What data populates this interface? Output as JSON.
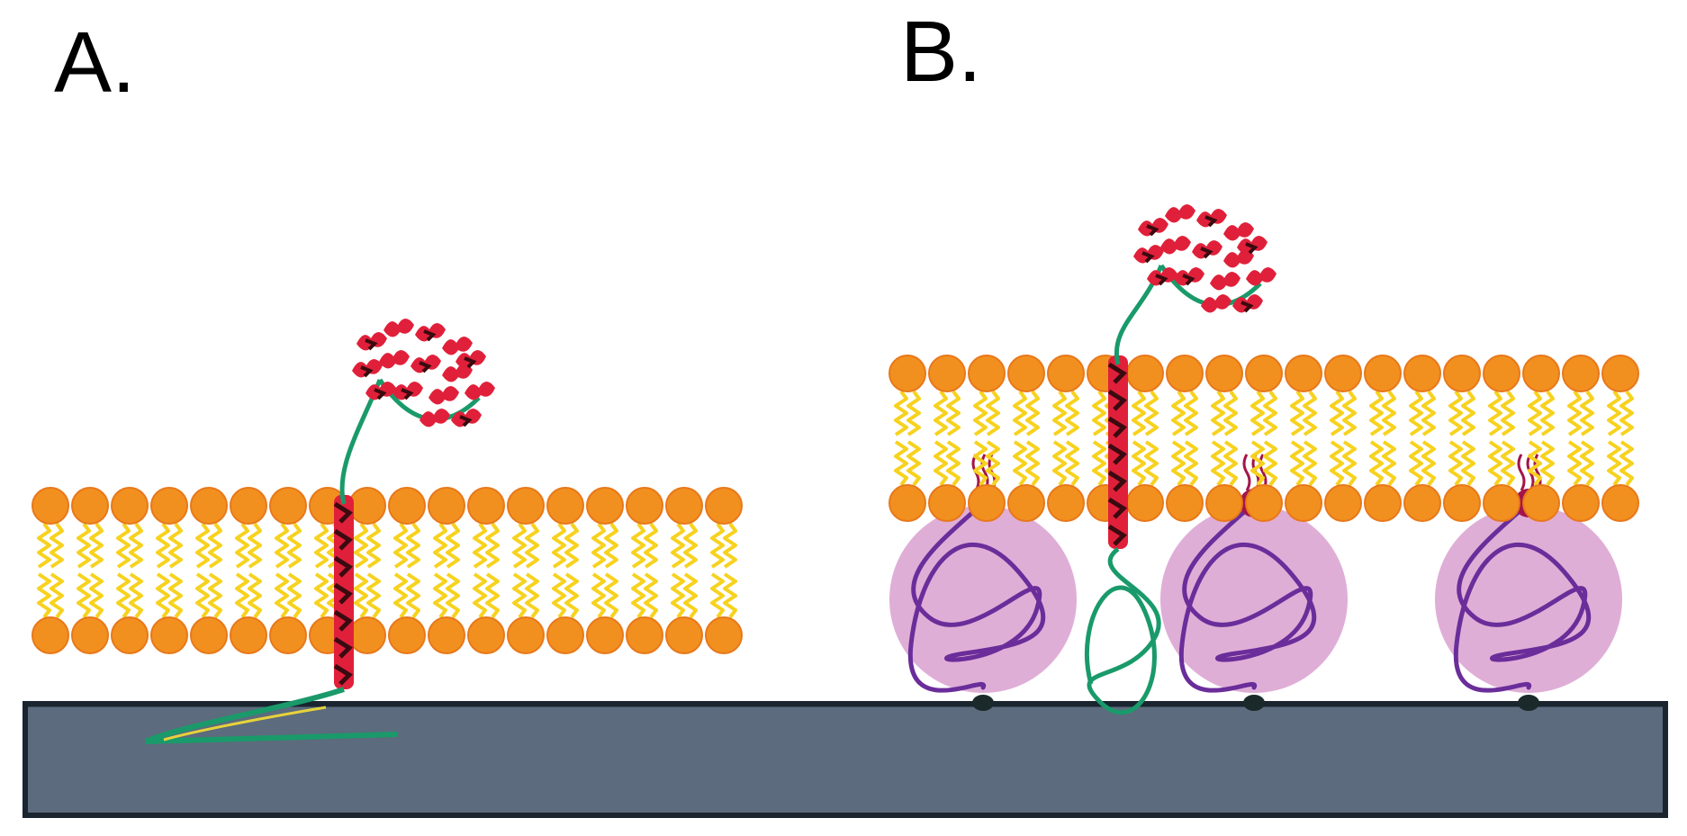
{
  "panels": {
    "a": {
      "label": "A."
    },
    "b": {
      "label": "B."
    }
  },
  "colors": {
    "background": "#ffffff",
    "lipid_head": "#f2901f",
    "lipid_head_edge": "#e8781a",
    "lipid_tail": "#f7d21e",
    "protein_helix": "#e0203a",
    "protein_dark": "#3a0a10",
    "linker_green": "#1a9a6a",
    "linker_yellow": "#e6d33a",
    "cushion_pink": "#d9a0d0",
    "cushion_strand": "#6a2d9a",
    "anchor_head": "#a3154a",
    "substrate": "#5c6b7d",
    "substrate_edge": "#1a2530",
    "anchor_dot": "#1a2a2a"
  },
  "elements": [
    "solid-substrate",
    "lipid-bilayer-a",
    "lipid-bilayer-b",
    "transmembrane-protein-a",
    "transmembrane-protein-b",
    "polymer-cushion",
    "anchor-lipids"
  ]
}
